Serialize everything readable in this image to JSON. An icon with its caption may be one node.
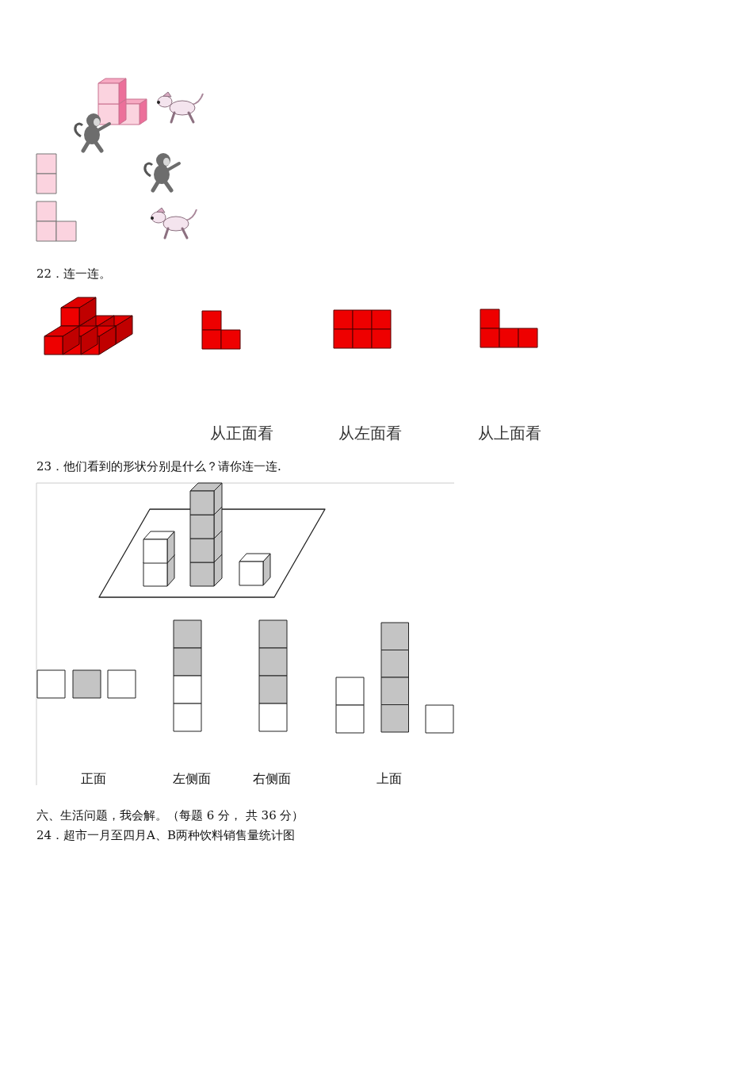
{
  "diagram": {
    "labels": [
      "22．连一连。",
      "从正面看",
      "从左面看",
      "从上面看",
      "23．他们看到的形状分别是什么？请你连一连.",
      "正面",
      "左侧面",
      "右侧面",
      "上面",
      "六、生活问题，我会解。（每题 6 分， 共 36 分）",
      "24．超市一月至四月A、B两种饮料销售量统计图"
    ]
  }
}
